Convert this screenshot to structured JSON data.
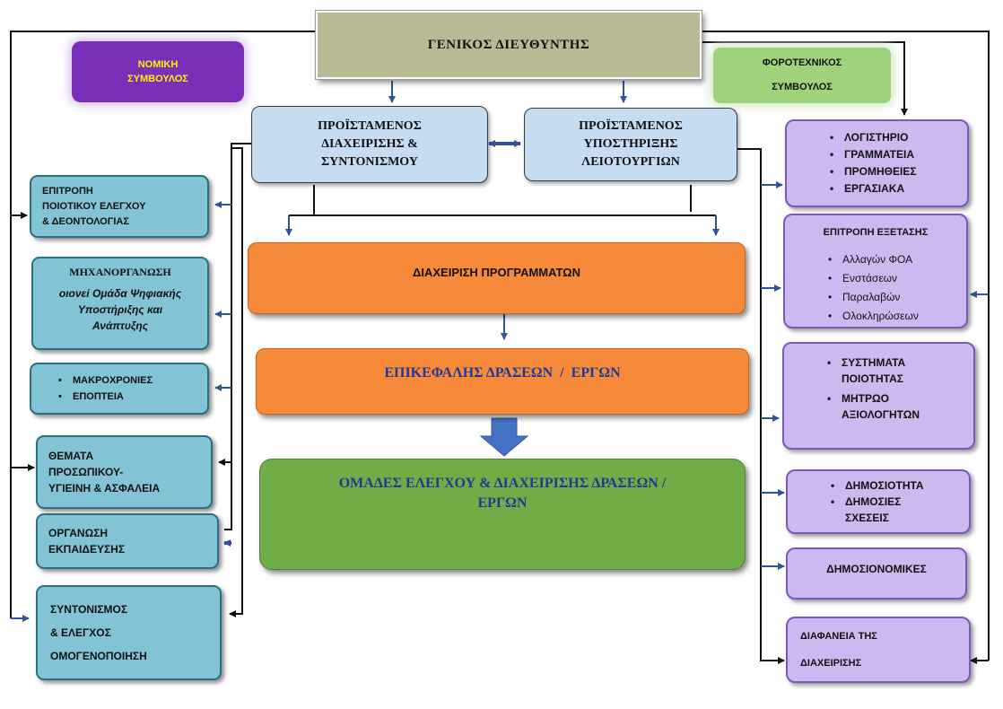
{
  "general_manager": "ΓΕΝΙΚΟΣ ΔΙΕΥΘΥΝΤΗΣ",
  "legal_advisor": [
    "ΝΟΜΙΚΗ",
    "ΣΥΜΒΟΥΛΟΣ"
  ],
  "tax_advisor": [
    "ΦΟΡΟΤΕΧΝΙΚΟΣ",
    "ΣΥΜΒΟΥΛΟΣ"
  ],
  "head_coordination": [
    "ΠΡΟΪΣΤΑΜΕΝΟΣ",
    "ΔΙΑΧΕΙΡΙΣΗΣ &",
    "ΣΥΝΤΟΝΙΣΜΟΥ"
  ],
  "head_support": [
    "ΠΡΟΪΣΤΑΜΕΝΟΣ",
    "ΥΠΟΣΤΗΡΙΞΗΣ",
    "ΛΕΙΟΤΟΥΡΓΙΩΝ"
  ],
  "program_management": "ΔΙΑΧΕΙΡΙΣΗ ΠΡΟΓΡΑΜΜΑΤΩΝ",
  "action_leaders": "ΕΠΙΚΕΦΑΛΗΣ ΔΡΑΣΕΩΝ  /  ΕΡΓΩΝ",
  "control_teams": [
    "ΟΜΑΔΕΣ ΕΛΕΓΧΟΥ & ΔΙΑΧΕΙΡΙΣΗΣ ΔΡΑΣΕΩΝ /",
    "ΕΡΓΩΝ"
  ],
  "left_units": {
    "quality_committee": [
      "ΕΠΙΤΡΟΠΗ",
      "ΠΟΙΟΤΙΚΟΥ ΕΛΕΓΧΟΥ",
      "& ΔΕΟΝΤΟΛΟΓΙΑΣ"
    ],
    "mechanization_title": "ΜΗΧΑΝΟΡΓΑΝΩΣΗ",
    "mechanization_sub": [
      "οιονεί Ομάδα Ψηφιακής",
      "Υποστήριξης και",
      "Ανάπτυξης"
    ],
    "longterm": [
      "ΜΑΚΡΟΧΡΟΝΙΕΣ",
      "ΕΠΟΠΤΕΙΑ"
    ],
    "personnel": [
      "ΘΕΜΑΤΑ",
      "ΠΡΟΣΩΠΙΚΟΥ-",
      "ΥΓΙΕΙΝΗ & ΑΣΦΑΛΕΙΑ"
    ],
    "training": [
      "ΟΡΓΑΝΩΣΗ",
      "ΕΚΠΑΙΔΕΥΣΗΣ"
    ],
    "coordination": [
      "ΣΥΝΤΟΝΙΣΜΟΣ",
      "& ΕΛΕΓΧΟΣ",
      "ΟΜΟΓΕΝΟΠΟΙΗΣΗ"
    ]
  },
  "right_units": {
    "admin": [
      "ΛΟΓΙΣΤΗΡΙΟ",
      "ΓΡΑΜΜΑΤΕΙΑ",
      "ΠΡΟΜΗΘΕΙΕΣ",
      "ΕΡΓΑΣΙΑΚΑ"
    ],
    "exam_committee_title": "ΕΠΙΤΡΟΠΗ ΕΞΕΤΑΣΗΣ",
    "exam_committee_items": [
      "Αλλαγών ΦΟΑ",
      "Ενστάσεων",
      "Παραλαβών",
      "Ολοκληρώσεων"
    ],
    "quality_systems": [
      "ΣΥΣΤΗΜΑΤΑ ΠΟΙΟΤΗΤΑΣ",
      "ΜΗΤΡΩΟ ΑΞΙΟΛΟΓΗΤΩΝ"
    ],
    "publicity": [
      "ΔΗΜΟΣΙΟΤΗΤΑ",
      "ΔΗΜΟΣΙΕΣ ΣΧΕΣΕΙΣ"
    ],
    "finance": "ΔΗΜΟΣΙΟΝΟΜΙΚΕΣ",
    "transparency": [
      "ΔΙΑΦΑΝΕΙΑ ΤΗΣ",
      "ΔΙΑΧΕΙΡΙΣΗΣ"
    ]
  },
  "colors": {
    "general_manager": "#b9b995",
    "legal": "#7b2fb8",
    "legal_text": "#fff200",
    "tax": "#9fd27a",
    "heads": "#c6dcf1",
    "teal_units": "#83c3d6",
    "purple_units": "#cdb9f0",
    "orange": "#f7893a",
    "green": "#70ad47",
    "dark_blue_text": "#1f3a93",
    "connector": "#111111",
    "arrow_blue": "#2f5597"
  }
}
